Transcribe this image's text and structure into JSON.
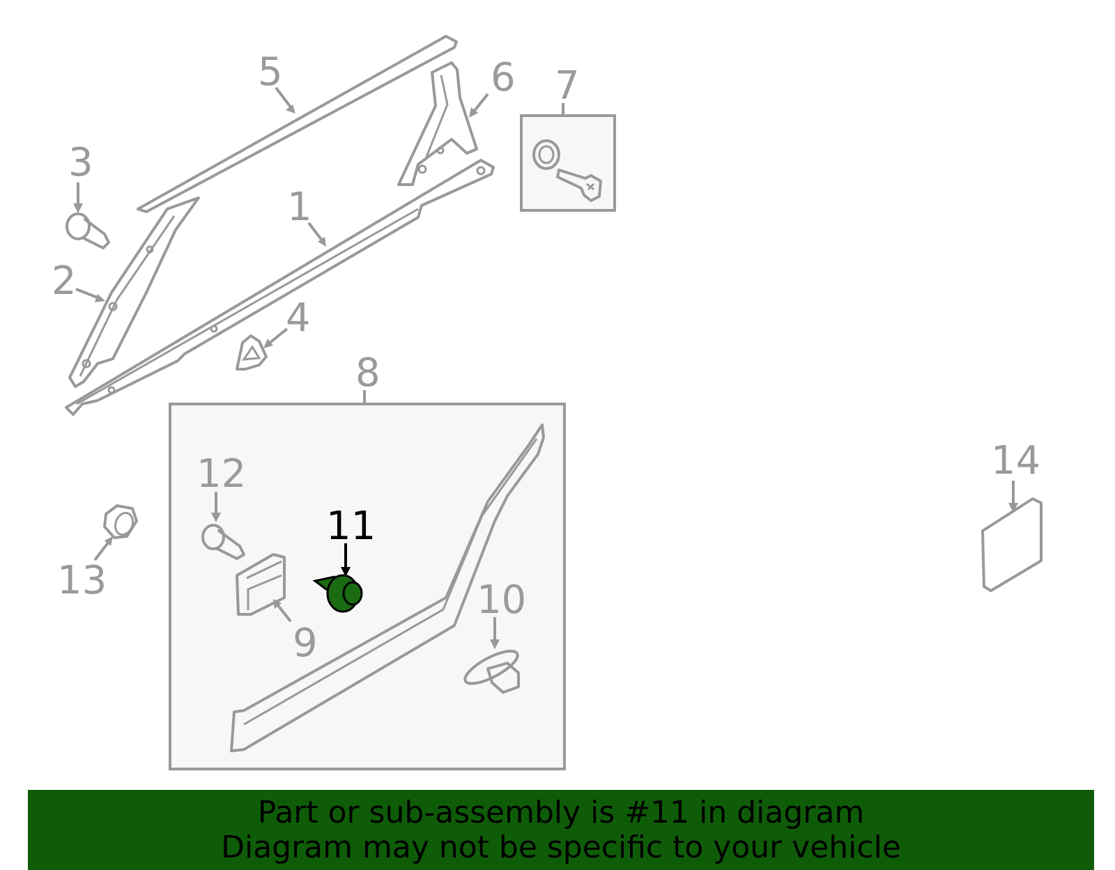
{
  "diagram": {
    "highlighted_part": "11",
    "highlight_color": "#1a6b12",
    "part_color": "#999999",
    "callouts": [
      "1",
      "2",
      "3",
      "4",
      "5",
      "6",
      "7",
      "8",
      "9",
      "10",
      "11",
      "12",
      "13",
      "14"
    ]
  },
  "banner": {
    "line1": "Part or sub-assembly is #11 in diagram",
    "line2": "Diagram may not be specific to your vehicle",
    "background": "#0f5c08"
  }
}
